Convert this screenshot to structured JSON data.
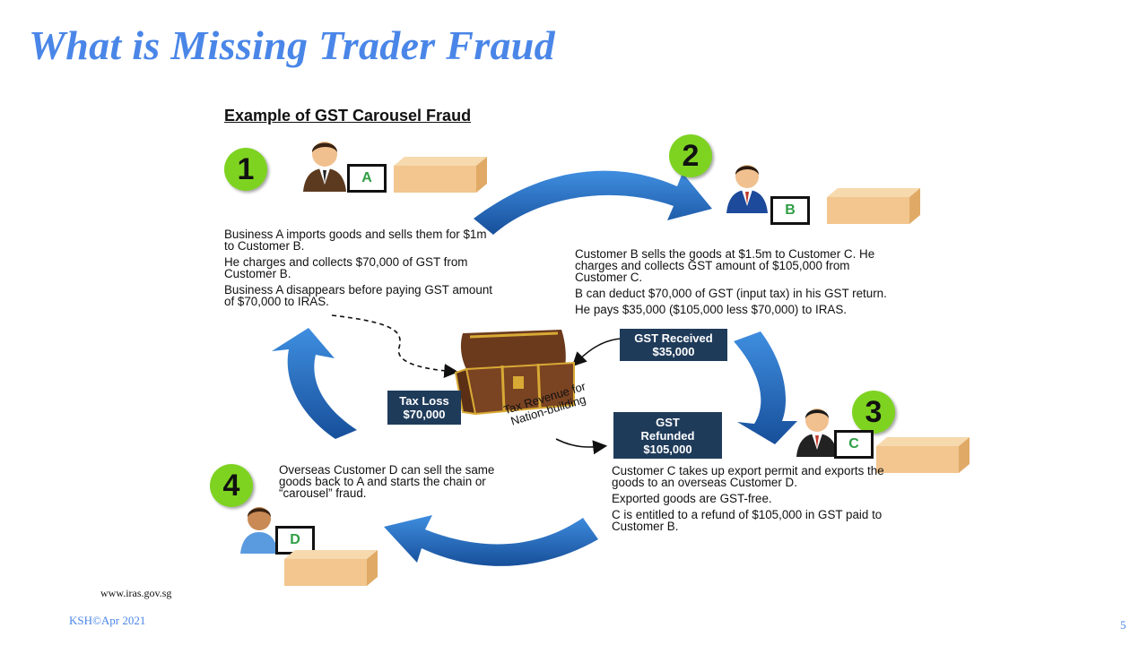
{
  "slide": {
    "title": "What is Missing Trader Fraud",
    "page_number": "5"
  },
  "diagram": {
    "subtitle": "Example of GST Carousel Fraud",
    "steps": [
      {
        "number": "1",
        "letter": "A",
        "paragraphs": [
          "Business A imports goods and sells them for $1m to Customer B.",
          "He charges and collects $70,000 of GST from Customer B.",
          "Business A disappears before paying GST amount of $70,000 to IRAS."
        ]
      },
      {
        "number": "2",
        "letter": "B",
        "paragraphs": [
          "Customer B sells the goods at $1.5m to Customer C. He charges and collects GST amount of $105,000 from Customer C.",
          "B can deduct $70,000 of GST (input tax) in his GST return.",
          "He pays $35,000 ($105,000 less $70,000) to IRAS."
        ]
      },
      {
        "number": "3",
        "letter": "C",
        "paragraphs": [
          "Customer C takes up export permit and exports the goods to an overseas Customer D.",
          "Exported goods are GST-free.",
          "C is entitled to a refund of $105,000 in GST paid to Customer B."
        ]
      },
      {
        "number": "4",
        "letter": "D",
        "paragraphs": [
          "Overseas Customer D can sell the same goods back to A and starts the chain or “carousel” fraud."
        ]
      }
    ],
    "boxes": {
      "gst_received": [
        "GST Received",
        "$35,000"
      ],
      "tax_loss": [
        "Tax Loss",
        "$70,000"
      ],
      "gst_refunded": [
        "GST",
        "Refunded",
        "$105,000"
      ]
    },
    "chest_label": [
      "Tax Revenue for",
      "Nation-building"
    ]
  },
  "footer": {
    "source": "www.iras.gov.sg",
    "copyright": "KSH©Apr 2021"
  },
  "colors": {
    "title": "#4a86e8",
    "arrow": "#1f6cc4",
    "step_circle": "#7ed321",
    "navy_box": "#1f3b5a",
    "letter_text": "#2f9e44",
    "box": "#f2c68e"
  }
}
